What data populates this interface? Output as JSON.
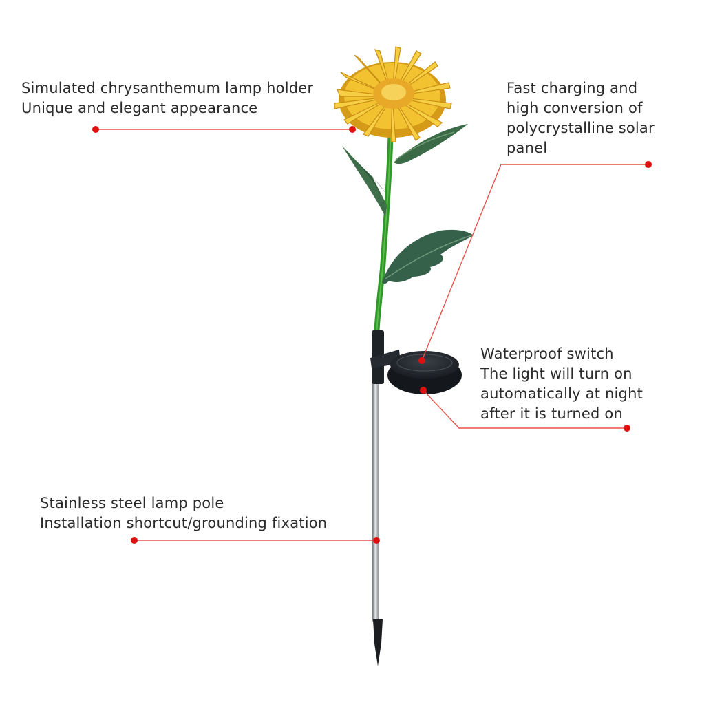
{
  "callouts": {
    "lamp_holder": {
      "lines": [
        "Simulated chrysanthemum lamp holder",
        "Unique and elegant appearance"
      ]
    },
    "solar_panel": {
      "lines": [
        "Fast charging and",
        "high conversion of",
        "polycrystalline solar",
        "panel"
      ]
    },
    "switch": {
      "lines": [
        "Waterproof switch",
        "The light will turn on",
        "automatically at night",
        "after it is turned on"
      ]
    },
    "pole": {
      "lines": [
        "Stainless steel lamp pole",
        "Installation shortcut/grounding fixation"
      ]
    }
  },
  "colors": {
    "leader_line": "#e8504a",
    "marker": "#e01010",
    "petal": "#f2c230",
    "petal_shade": "#d49a18",
    "stem": "#2f9a2a",
    "leaf": "#2f5a3a",
    "solar_housing": "#1e2328",
    "pole": "#a9acb0"
  }
}
